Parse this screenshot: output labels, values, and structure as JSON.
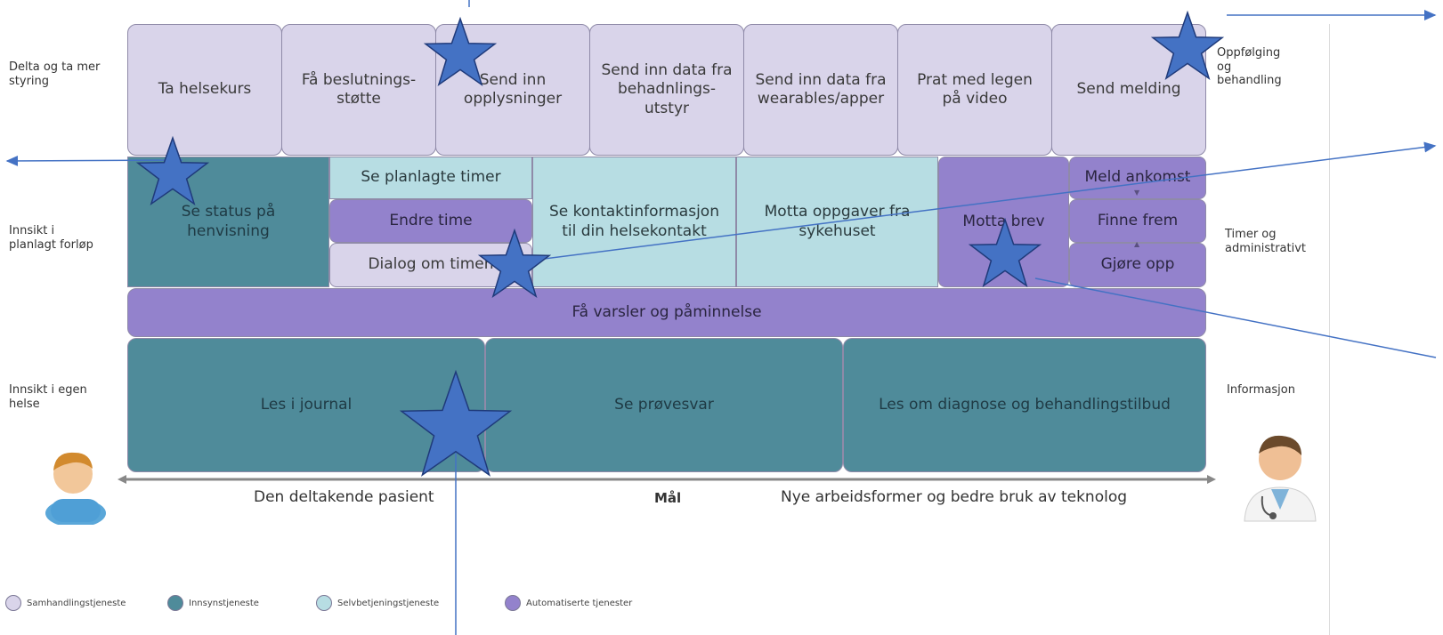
{
  "top_row": [
    {
      "text": "Ta helsekurs"
    },
    {
      "text": "Få beslutnings-\nstøtte"
    },
    {
      "text": "Send inn\nopplysninger"
    },
    {
      "text": "Send inn data fra\nbehadnlings-\nutstyr"
    },
    {
      "text": "Send inn data fra\nwearables/apper"
    },
    {
      "text": "Prat med legen\npå video"
    },
    {
      "text": "Send melding"
    }
  ],
  "middle_row": {
    "status": "Se status på\nhenvisning",
    "planned": "Se planlagte timer",
    "change": "Endre time",
    "dialog": "Dialog om timen",
    "contact": "Se kontaktinformasjon\ntil din helsekontakt",
    "tasks": "Motta oppgaver fra\nsykehuset",
    "letter": "Motta brev",
    "arrival": "Meld ankomst",
    "find": "Finne frem",
    "pay": "Gjøre opp"
  },
  "alerts": "Få varsler og påminnelse",
  "bottom_row": [
    "Les i journal",
    "Se prøvesvar",
    "Les om diagnose og behandlingstilbud"
  ],
  "left_labels": [
    "Delta og ta mer\nstyring",
    "Innsikt i\nplanlagt forløp",
    "Innsikt i egen\nhelse"
  ],
  "right_labels": [
    "Oppfølging\nog\nbehandling",
    "Timer og\nadministrativt",
    "Informasjon"
  ],
  "axis": {
    "left": "Den deltakende pasient",
    "center": "Mål",
    "right": "Nye arbeidsformer og bedre bruk av teknolog"
  },
  "legend": [
    {
      "label": "Samhandlingstjeneste",
      "color": "#d9d4ea"
    },
    {
      "label": "Innsynstjeneste",
      "color": "#4f8b9a"
    },
    {
      "label": "Selvbetjeningstjeneste",
      "color": "#b7dde3"
    },
    {
      "label": "Automatiserte tjenester",
      "color": "#9382cc"
    }
  ],
  "star_color": "#4472c4",
  "arrow_color": "#4472c4"
}
